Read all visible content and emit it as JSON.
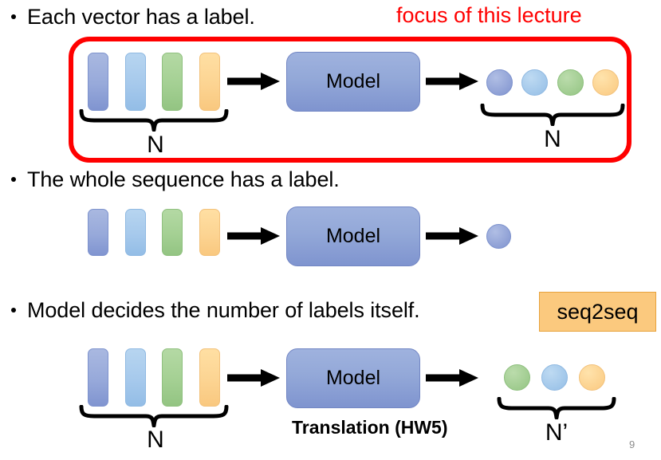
{
  "slide": {
    "page_number": "9",
    "colors": {
      "emphasis_box": "#FF0000",
      "focus_text": "#FF0000",
      "badge_fill": "#FBC97E",
      "badge_border": "#E8A33D",
      "vector_blue_dark": "#8094D0",
      "vector_blue_light": "#93BDE6",
      "vector_green": "#93C482",
      "vector_yellow": "#F9C87F",
      "model_fill": "#8FA4D7",
      "page_number_color": "#8C8C8C"
    }
  },
  "annotations": {
    "focus_note": "focus of this lecture",
    "seq2seq_badge": "seq2seq",
    "translation_caption": "Translation (HW5)"
  },
  "sections": [
    {
      "id": "each-vector-has-a-label",
      "bullet": "Each vector has a label.",
      "highlighted": true,
      "input": {
        "count": 4,
        "shape": "bar",
        "colors": [
          "blue-dark",
          "blue-light",
          "green",
          "yellow"
        ],
        "brace_label": "N"
      },
      "model_label": "Model",
      "output": {
        "count": 4,
        "shape": "circle",
        "colors": [
          "blue-dark",
          "blue-light",
          "green",
          "yellow"
        ],
        "brace_label": "N"
      }
    },
    {
      "id": "whole-sequence-has-a-label",
      "bullet": "The whole sequence has a label.",
      "highlighted": false,
      "input": {
        "count": 4,
        "shape": "bar",
        "colors": [
          "blue-dark",
          "blue-light",
          "green",
          "yellow"
        ],
        "brace_label": ""
      },
      "model_label": "Model",
      "output": {
        "count": 1,
        "shape": "circle",
        "colors": [
          "blue-dark"
        ],
        "brace_label": ""
      }
    },
    {
      "id": "model-decides-number-of-labels",
      "bullet": "Model decides the number of labels itself.",
      "highlighted": false,
      "input": {
        "count": 4,
        "shape": "bar",
        "colors": [
          "blue-dark",
          "blue-light",
          "green",
          "yellow"
        ],
        "brace_label": "N"
      },
      "model_label": "Model",
      "output": {
        "count": 3,
        "shape": "circle",
        "colors": [
          "green",
          "blue-light",
          "yellow"
        ],
        "brace_label": "N’"
      }
    }
  ]
}
